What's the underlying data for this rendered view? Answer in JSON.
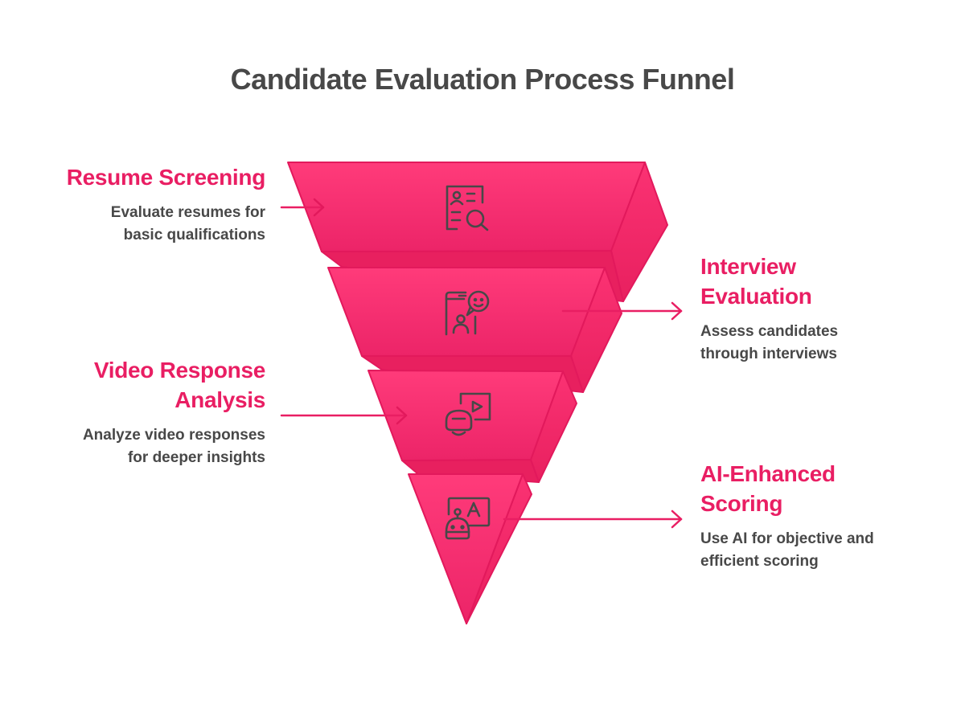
{
  "title": "Candidate Evaluation Process Funnel",
  "colors": {
    "accent": "#e91e63",
    "layer_top": "#ff3b7a",
    "layer_bottom": "#ec2468",
    "text_dark": "#484848",
    "icon": "#484848"
  },
  "stages": [
    {
      "heading": "Resume Screening",
      "heading_lines": [
        "Resume Screening"
      ],
      "description_lines": [
        "Evaluate resumes for",
        "basic qualifications"
      ],
      "icon": "resume-search-icon",
      "side": "left"
    },
    {
      "heading": "Interview Evaluation",
      "heading_lines": [
        "Interview",
        "Evaluation"
      ],
      "description_lines": [
        "Assess candidates",
        "through interviews"
      ],
      "icon": "video-interview-icon",
      "side": "right"
    },
    {
      "heading": "Video Response Analysis",
      "heading_lines": [
        "Video Response",
        "Analysis"
      ],
      "description_lines": [
        "Analyze video responses",
        "for deeper insights"
      ],
      "icon": "vr-video-icon",
      "side": "left"
    },
    {
      "heading": "AI-Enhanced Scoring",
      "heading_lines": [
        "AI-Enhanced",
        "Scoring"
      ],
      "description_lines": [
        "Use AI for objective and",
        "efficient scoring"
      ],
      "icon": "ai-robot-icon",
      "side": "right"
    }
  ]
}
